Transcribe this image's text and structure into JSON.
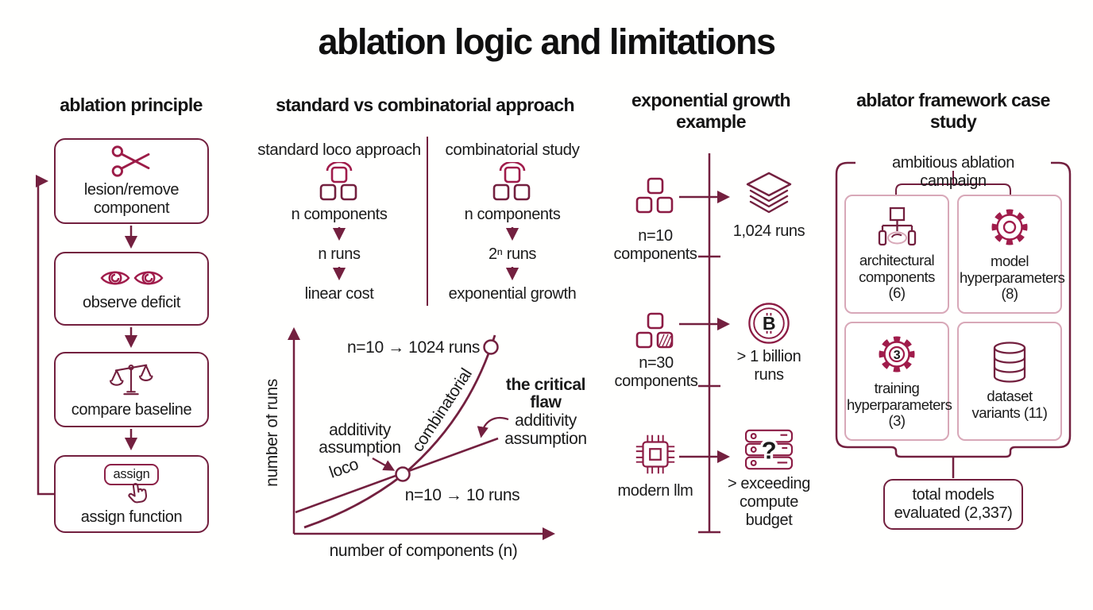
{
  "title": "ablation logic and limitations",
  "colors": {
    "maroon": "#73203f",
    "crimson": "#a01c4b",
    "pink_border": "#d8a8b8",
    "ink": "#1b1b1b"
  },
  "principle": {
    "header": "ablation principle",
    "steps": [
      {
        "label": "lesion/remove component",
        "icon": "scissors"
      },
      {
        "label": "observe deficit",
        "icon": "eyes"
      },
      {
        "label": "compare baseline",
        "icon": "balance-scale"
      },
      {
        "label": "assign function",
        "icon": "pointer-hand",
        "button": "assign"
      }
    ]
  },
  "comparison": {
    "header": "standard vs combinatorial approach",
    "loco": {
      "title": "standard loco approach",
      "step1": "n components",
      "step2": "n runs",
      "step3": "linear cost"
    },
    "comb": {
      "title": "combinatorial study",
      "step1": "n components",
      "step2": "2ⁿ runs",
      "step3": "exponential growth"
    }
  },
  "chart_data": {
    "type": "line",
    "title": "",
    "xlabel": "number of components (n)",
    "ylabel": "number of runs",
    "grid": false,
    "legend": "inline rotated labels on curves",
    "series": [
      {
        "name": "loco",
        "shape": "linear",
        "points_conceptual": [
          [
            0,
            "low"
          ],
          [
            10,
            10
          ]
        ],
        "annotation": "n=10 → 10 runs"
      },
      {
        "name": "combinatorial",
        "shape": "exponential",
        "points_conceptual": [
          [
            0,
            "low"
          ],
          [
            10,
            1024
          ]
        ],
        "annotation": "n=10 → 1024 runs"
      }
    ],
    "annotations": {
      "point_comb": "n=10 → 1024 runs",
      "point_loco": "n=10 → 10 runs",
      "additivity_line1": "additivity",
      "additivity_line2": "assumption",
      "flaw_line1": "the critical",
      "flaw_line2": "flaw",
      "flaw_line3": "additivity",
      "flaw_line4": "assumption",
      "curve_label": "combinatorial",
      "line_label": "loco"
    }
  },
  "growth": {
    "header": "exponential growth example",
    "rows": [
      {
        "left": "n=10 components",
        "left_icon": "blocks",
        "right": "1,024 runs",
        "right_icon": "layers"
      },
      {
        "left": "n=30 components",
        "left_icon": "blocks-hatched",
        "right": "> 1 billion runs",
        "right_icon": "coin",
        "glyph": "B"
      },
      {
        "left": "modern llm",
        "left_icon": "chip",
        "right": "> exceeding compute budget",
        "right_icon": "server-question",
        "glyph": "?"
      }
    ]
  },
  "casestudy": {
    "header": "ablator framework case study",
    "campaign": "ambitious ablation campaign",
    "boxes": [
      {
        "label": "architectural components (6)",
        "icon": "hierarchy"
      },
      {
        "label": "model hyperparameters (8)",
        "icon": "gear"
      },
      {
        "label": "training hyperparameters (3)",
        "icon": "gear-3",
        "glyph": "3"
      },
      {
        "label": "dataset variants (11)",
        "icon": "database"
      }
    ],
    "total": "total models evaluated (2,337)"
  }
}
